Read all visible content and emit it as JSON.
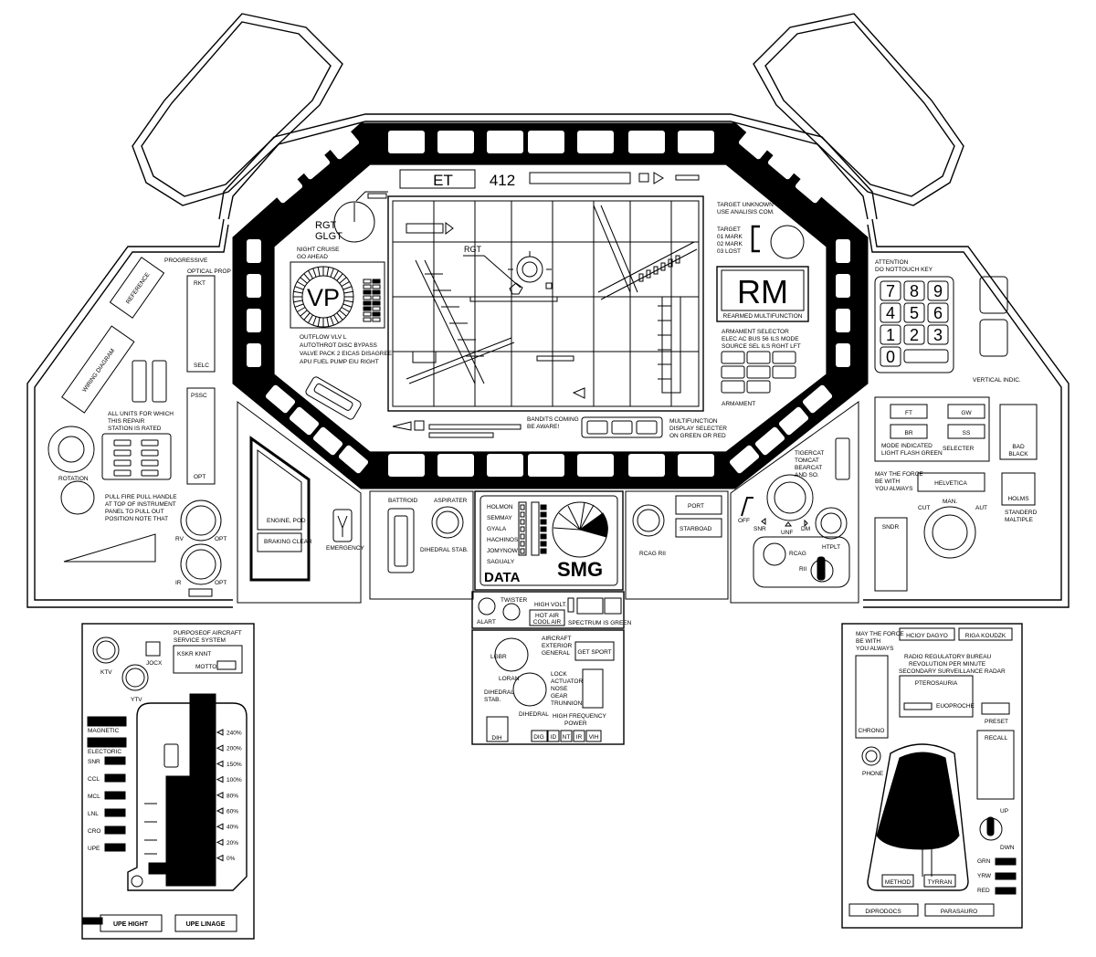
{
  "top_display": {
    "code": "ET",
    "number": "412"
  },
  "radar": {
    "rgt_label": "RGT"
  },
  "left_screen": {
    "rgt_glgt": [
      "RGT",
      "GLGT"
    ],
    "night_cruise": [
      "NIGHT CRUISE",
      "GO AHEAD"
    ],
    "vp": "VP",
    "outflow": [
      "OUTFLOW VLV L",
      "AUTOTHROT DISC BYPASS",
      "VALVE PACK 2 EICAS DISAGREE",
      "APU FUEL PUMP EIU RIGHT"
    ]
  },
  "right_screen": {
    "target_unknown": [
      "TARGET UNKNOWN",
      "USE ANALISIS COM."
    ],
    "target_marks": [
      "TARGET",
      "01 MARK",
      "02 MARK",
      "03 LOST"
    ],
    "rm": "RM",
    "rm_caption": "REARMED MULTIFUNCTION",
    "armament_selector": [
      "ARMAMENT SELECTOR",
      "ELEC AC BUS 56 ILS MODE",
      "SOURCE SEL ILS RGHT LFT"
    ],
    "armament": "ARMAMENT"
  },
  "bottom_screen": {
    "bandits": [
      "BANDITS COMING",
      "BE AWARE!"
    ],
    "multifunction": [
      "MULTIFUNCTION",
      "DISPLAY SELECTER",
      "ON GREEN OR RED"
    ]
  },
  "left_wing": {
    "progressive": "PROGRESSIVE",
    "optical_prop": "OPTICAL PROP",
    "rkt": "RKT",
    "selc": "SELC",
    "pssc": "PSSC",
    "opt": "OPT",
    "reference": "REFERENCE",
    "wiring_diagram": "WIRING DIAGRAM",
    "all_units": [
      "ALL UNITS FOR WHICH",
      "THIS REPAIR",
      "STATION IS RATED"
    ],
    "rotation": "ROTATION",
    "pull_fire": [
      "PULL FIRE PULL HANDLE",
      "AT TOP OF INSTRUMENT",
      "PANEL TO PULL OUT",
      "POSITION NOTE THAT"
    ],
    "rv": "RV",
    "opt_rv": "OPT",
    "ir": "IR",
    "opt_ir": "OPT"
  },
  "lower_left": {
    "engine_pod": "ENGINE, POD",
    "braking_clear": "BRAKING CLEAR",
    "emergency": "EMERGENCY",
    "battroid": "BATTROID",
    "aspirater": "ASPIRATER",
    "dihedral_stab": "DIHEDRAL STAB."
  },
  "data_panel": {
    "names": [
      "HOLMON",
      "SEMMAY",
      "GYALA",
      "HACHINOS",
      "JOMYNOW",
      "SAGUALY"
    ],
    "data": "DATA",
    "smg": "SMG"
  },
  "lower_right": {
    "rcag_rii": "RCAG RII",
    "port": "PORT",
    "starboad": "STARBOAD",
    "tigercat": [
      "TIGERCAT",
      "TOMCAT",
      "BEARCAT",
      "AND SO."
    ],
    "off": "OFF",
    "snr": "SNR",
    "unf": "UNF",
    "dm": "DM",
    "htplt": "HTPLT",
    "rcag": "RCAG",
    "rii": "RII"
  },
  "right_wing": {
    "attention": [
      "ATTENTION",
      "DO NOTTOUCH KEY"
    ],
    "keys": [
      "7",
      "8",
      "9",
      "4",
      "5",
      "6",
      "1",
      "2",
      "3",
      "0"
    ],
    "vertical_indic": "VERTICAL INDIC.",
    "ft": "FT",
    "gw": "GW",
    "br": "BR",
    "ss": "SS",
    "mode_indicated": [
      "MODE INDICATED",
      "LIGHT FLASH GREEN"
    ],
    "selecter": "SELECTER",
    "bad_black": [
      "BAD",
      "BLACK"
    ],
    "may_force": [
      "MAY THE FORCE",
      "BE WITH",
      "YOU ALWAYS"
    ],
    "helvetica": "HELVETICA",
    "holms": "HOLMS",
    "standerd": [
      "STANDERD",
      "MALTIPLE"
    ],
    "sndr": "SNDR",
    "cut": "CUT",
    "man": "MAN.",
    "aut": "AUT"
  },
  "center_lower": {
    "twister": "TWISTER",
    "alart": "ALART",
    "high_volt": "HIGH VOLT.",
    "hot_air": "HOT AIR",
    "cool_air": "COOL AIR",
    "spectrum": "SPECTRUM IS GREEN",
    "lgbr": "LGBR",
    "aircraft": [
      "AIRCRAFT",
      "EXTERIOR",
      "GENERAL"
    ],
    "get_sport": "GET SPORT",
    "loran": "LORAN",
    "lock": [
      "LOCK",
      "ACTUATOR",
      "NOSE",
      "GEAR",
      "TRUNNION"
    ],
    "dihedral_stab": [
      "DIHEDRAL",
      "STAB."
    ],
    "dihedral": "DIHEDRAL",
    "high_freq": [
      "HIGH FREQUENCY",
      "POWER"
    ],
    "dih": "DIH",
    "small_buttons": [
      "DIG",
      "ID",
      "NT",
      "IR",
      "VIH"
    ]
  },
  "left_box": {
    "purpose": [
      "PURPOSEOF AIRCRAFT",
      "SERVICE SYSTEM"
    ],
    "ktv": "KTV",
    "jocx": "JOCX",
    "ytv": "YTV",
    "kskr": "KSKR KNNT",
    "motto": "MOTTO",
    "magnetic": "MAGNETIC",
    "electoric": "ELECTORIC",
    "rows": [
      "SNR",
      "CCL",
      "MCL",
      "LNL",
      "CRO",
      "UPE"
    ],
    "scale": [
      "240%",
      "200%",
      "150%",
      "100%",
      "80%",
      "60%",
      "40%",
      "20%",
      "0%"
    ],
    "upe_hight": "UPE HIGHT",
    "upe_linage": "UPE LINAGE"
  },
  "right_box": {
    "may_force": [
      "MAY THE FORCE",
      "BE WITH",
      "YOU ALWAYS"
    ],
    "hcioy": "HCIOY DAGYO",
    "riga": "RIGA KOUDZK",
    "radio": [
      "RADIO REGULATORY BUREAU",
      "REVOLUTION PER MINUTE",
      "SECONDARY SURVEILLANCE RADAR"
    ],
    "pterosauria": "PTEROSAURIA",
    "euoproche": "EUOPROCHE",
    "preset": "PRESET",
    "chrono": "CHRONO",
    "recall": "RECALL",
    "phone": "PHONE",
    "up": "UP",
    "down": "DWN",
    "grn": "GRN",
    "yrw": "YRW",
    "red": "RED",
    "method": "METHOD",
    "tyrran": "TYRRAN",
    "diprodocs": "DIPRODOCS",
    "parasauro": "PARASAURO"
  }
}
